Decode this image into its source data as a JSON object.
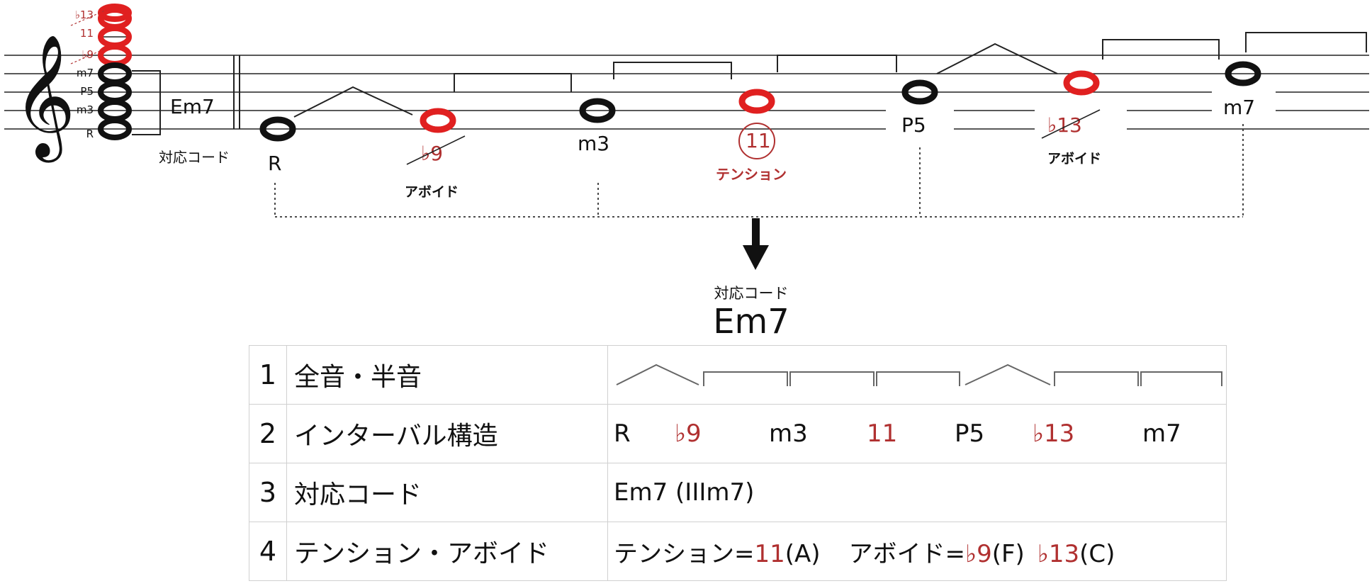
{
  "staff": {
    "clef_icon": "treble-clef-icon",
    "chord_label": "Em7",
    "chord_caption": "対応コード",
    "stack_labels": [
      "♭13",
      "11",
      "♭9",
      "m7",
      "P5",
      "m3",
      "R"
    ],
    "notes": [
      {
        "label": "R",
        "type": "chord"
      },
      {
        "label": "♭9",
        "type": "avoid"
      },
      {
        "label": "m3",
        "type": "chord"
      },
      {
        "label": "11",
        "type": "tension"
      },
      {
        "label": "P5",
        "type": "chord"
      },
      {
        "label": "♭13",
        "type": "avoid"
      },
      {
        "label": "m7",
        "type": "chord"
      }
    ],
    "avoid_caption": "アボイド",
    "tension_caption": "テンション",
    "arrow_icon": "down-arrow-icon"
  },
  "result": {
    "caption": "対応コード",
    "chord": "Em7"
  },
  "table": {
    "rows": [
      {
        "num": "1",
        "label": "全音・半音"
      },
      {
        "num": "2",
        "label": "インターバル構造",
        "intervals": [
          "R",
          "♭9",
          "m3",
          "11",
          "P5",
          "♭13",
          "m7"
        ]
      },
      {
        "num": "3",
        "label": "対応コード",
        "value": "Em7 (IIIm7)"
      },
      {
        "num": "4",
        "label": "テンション・アボイド",
        "tension_prefix": "テンション=",
        "tension_note": "11",
        "tension_letter": "(A)",
        "avoid_prefix": "アボイド=",
        "avoid_note_1": "♭9",
        "avoid_letter_1": "(F)",
        "avoid_note_2": "♭13",
        "avoid_letter_2": "(C)"
      }
    ]
  },
  "colors": {
    "red": "#e02020",
    "label_red": "#b03030",
    "black": "#111111",
    "grid": "#d0d0d0"
  }
}
